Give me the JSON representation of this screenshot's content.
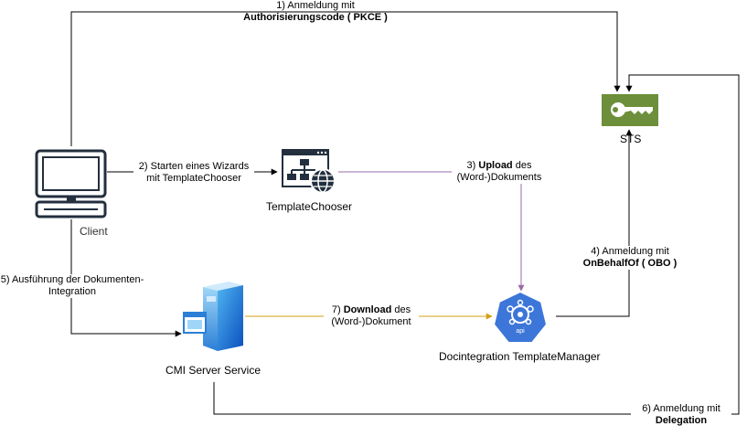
{
  "nodes": {
    "client": {
      "label": "Client",
      "icon": "computer-monitor-icon"
    },
    "sts": {
      "label": "STS",
      "icon": "key-icon",
      "color": "#6d8f3b"
    },
    "template_chooser": {
      "label": "TemplateChooser",
      "icon": "web-sitemap-icon"
    },
    "template_manager": {
      "label": "Docintegration TemplateManager",
      "icon": "kubernetes-api-icon",
      "color": "#3c76d8",
      "icon_text": "api"
    },
    "cmi_server": {
      "label": "CMI Server Service",
      "icon": "server-window-icon"
    }
  },
  "edges": [
    {
      "id": "e1",
      "from": "Client",
      "to": "STS",
      "line1": "1) Anmeldung mit",
      "bold": "Authorisierungscode ( PKCE )",
      "after": ""
    },
    {
      "id": "e2",
      "from": "Client",
      "to": "TemplateChooser",
      "line1": "2)  Starten eines Wizards",
      "bold": "",
      "after": "mit TemplateChooser"
    },
    {
      "id": "e3",
      "from": "TemplateChooser",
      "to": "Docintegration TemplateManager",
      "prefix": "3) ",
      "bold": "Upload",
      "suffix": " des",
      "line2": "(Word-)Dokuments",
      "color": "#9b6ba8"
    },
    {
      "id": "e4",
      "from": "Docintegration TemplateManager",
      "to": "STS",
      "line1": "4) Anmeldung mit",
      "bold": "OnBehalfOf ( OBO )"
    },
    {
      "id": "e5",
      "from": "Client",
      "to": "CMI Server Service",
      "line1": "5) Ausführung der Dokumenten-",
      "line2": "Integration"
    },
    {
      "id": "e6",
      "from": "CMI Server Service",
      "to": "STS",
      "line1": "6) Anmeldung mit",
      "bold": "Delegation"
    },
    {
      "id": "e7",
      "from": "CMI Server Service",
      "to": "Docintegration TemplateManager",
      "prefix": "7) ",
      "bold": "Download",
      "suffix": " des",
      "line2": "(Word-)Dokument",
      "color": "#d4a017"
    }
  ]
}
